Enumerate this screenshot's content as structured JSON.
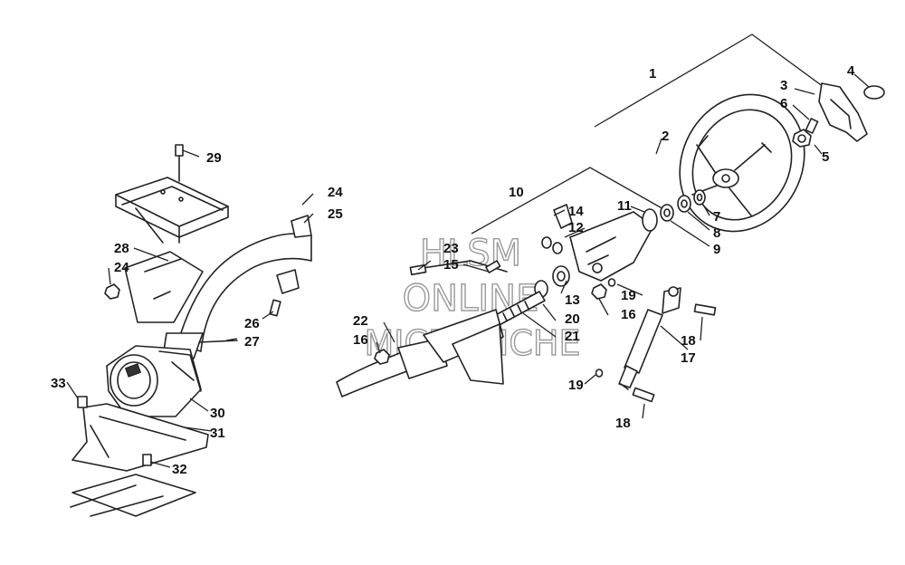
{
  "callouts": {
    "c1": "1",
    "c2": "2",
    "c3": "3",
    "c4": "4",
    "c5": "5",
    "c6": "6",
    "c7": "7",
    "c8": "8",
    "c9": "9",
    "c10": "10",
    "c11": "11",
    "c12": "12",
    "c13": "13",
    "c14": "14",
    "c15": "15",
    "c16a": "16",
    "c16b": "16",
    "c17": "17",
    "c18a": "18",
    "c18b": "18",
    "c19a": "19",
    "c19b": "19",
    "c20": "20",
    "c21": "21",
    "c22": "22",
    "c23": "23",
    "c24a": "24",
    "c24b": "24",
    "c25": "25",
    "c26": "26",
    "c27": "27",
    "c28": "28",
    "c29": "29",
    "c30": "30",
    "c31": "31",
    "c32": "32",
    "c33": "33"
  },
  "watermark": {
    "line1": "HLSM",
    "line2": "ONLINE",
    "line3": "MICROFICHE"
  },
  "colors": {
    "line": "#222222",
    "watermark_stroke": "#9a9a9a",
    "background": "#ffffff"
  }
}
